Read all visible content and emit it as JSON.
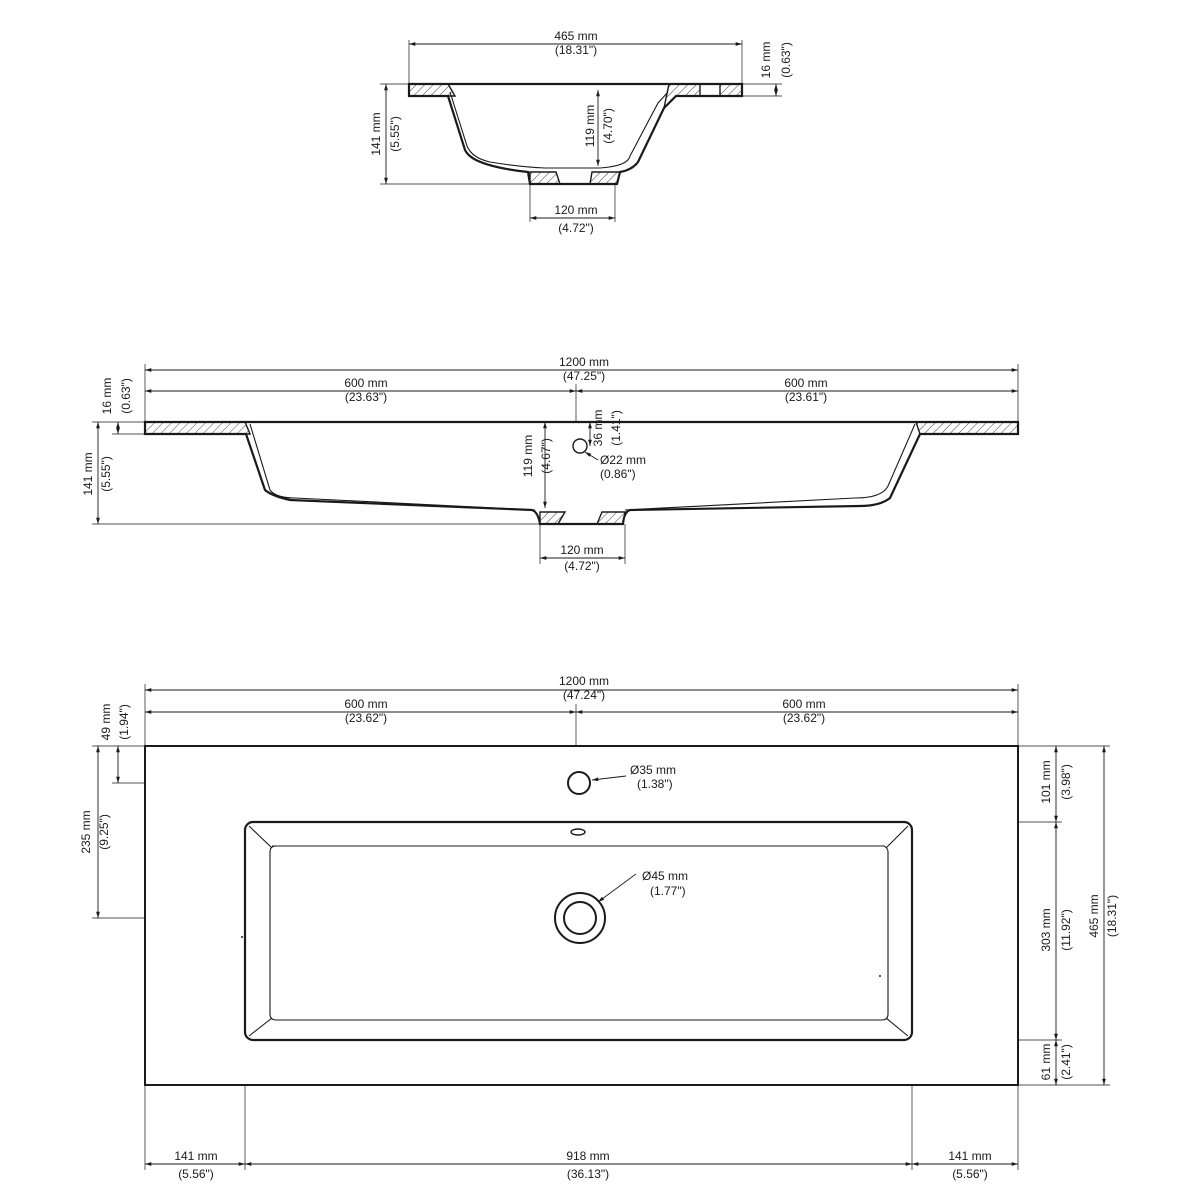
{
  "top_section": {
    "width_mm": "465 mm",
    "width_in": "(18.31\")",
    "rim_mm": "16 mm",
    "rim_in": "(0.63\")",
    "height_mm": "141 mm",
    "height_in": "(5.55\")",
    "depth_mm": "119 mm",
    "depth_in": "(4.70\")",
    "drain_mm": "120 mm",
    "drain_in": "(4.72\")"
  },
  "middle_section": {
    "total_mm": "1200 mm",
    "total_in": "(47.25\")",
    "left_mm": "600 mm",
    "left_in": "(23.63\")",
    "right_mm": "600 mm",
    "right_in": "(23.61\")",
    "rim_mm": "16 mm",
    "rim_in": "(0.63\")",
    "height_mm": "141 mm",
    "height_in": "(5.55\")",
    "depth_mm": "119 mm",
    "depth_in": "(4.67\")",
    "hole_offset_mm": "36 mm",
    "hole_offset_in": "(1.41\")",
    "hole_diam_mm": "Ø22 mm",
    "hole_diam_in": "(0.86\")",
    "drain_mm": "120 mm",
    "drain_in": "(4.72\")"
  },
  "plan_view": {
    "total_mm": "1200 mm",
    "total_in": "(47.24\")",
    "left_mm": "600 mm",
    "left_in": "(23.62\")",
    "right_mm": "600 mm",
    "right_in": "(23.62\")",
    "tap_offset_mm": "49 mm",
    "tap_offset_in": "(1.94\")",
    "drain_offset_mm": "235 mm",
    "drain_offset_in": "(9.25\")",
    "tap_diam_mm": "Ø35 mm",
    "tap_diam_in": "(1.38\")",
    "drain_diam_mm": "Ø45 mm",
    "drain_diam_in": "(1.77\")",
    "back_margin_mm": "101 mm",
    "back_margin_in": "(3.98\")",
    "basin_depth_mm": "303 mm",
    "basin_depth_in": "(11.92\")",
    "front_margin_mm": "61 mm",
    "front_margin_in": "(2.41\")",
    "overall_depth_mm": "465 mm",
    "overall_depth_in": "(18.31\")",
    "left_margin_mm": "141 mm",
    "left_margin_in": "(5.56\")",
    "basin_width_mm": "918 mm",
    "basin_width_in": "(36.13\")",
    "right_margin_mm": "141 mm",
    "right_margin_in": "(5.56\")"
  }
}
